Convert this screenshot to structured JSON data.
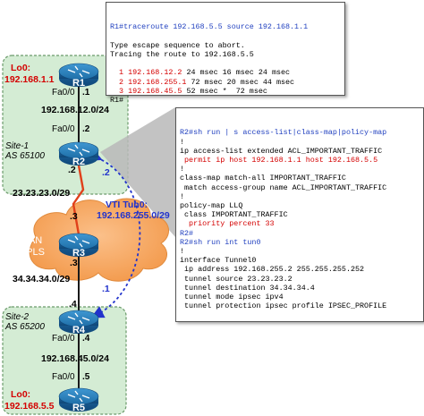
{
  "colors": {
    "site_fill": "#d4ecd4",
    "site_border": "#6a9a6a",
    "wan_cloud": "#f7a35c",
    "router_body": "#1e6fa8",
    "link": "#1a1a1a",
    "wan_link": "#e0401a",
    "tunnel": "#2233cc",
    "loopback_text": "#d40000",
    "callout": "#b8b8b8"
  },
  "sites": [
    {
      "name": "Site-1",
      "as": "AS 65100"
    },
    {
      "name": "Site-2",
      "as": "AS 65200"
    }
  ],
  "wan": {
    "label1": "WAN",
    "label2": "MPLS"
  },
  "routers": [
    {
      "name": "R1",
      "loopback_label": "Lo0:",
      "loopback_ip": "192.168.1.1",
      "iface": "Fa0/0",
      "iface_host": ".1"
    },
    {
      "name": "R2",
      "iface": "Fa0/0",
      "iface_host": ".2",
      "wan_host": ".2",
      "tunnel_host": ".2"
    },
    {
      "name": "R3",
      "up_host": ".3",
      "down_host": ".3"
    },
    {
      "name": "R4",
      "up_host": ".4",
      "tunnel_host": ".1",
      "iface": "Fa0/0",
      "iface_host": ".4"
    },
    {
      "name": "R5",
      "loopback_label": "Lo0:",
      "loopback_ip": "192.168.5.5",
      "iface": "Fa0/0",
      "iface_host": ".5"
    }
  ],
  "subnets": {
    "s1_lan": "192.168.12.0/24",
    "r2_r3": "23.23.23.0/29",
    "r3_r4": "34.34.34.0/29",
    "s2_lan": "192.168.45.0/24"
  },
  "tunnel": {
    "label": "VTI Tun0:",
    "subnet": "192.168.255.0/29"
  },
  "traceroute_box": {
    "lines": [
      {
        "text": "R1#traceroute 192.168.5.5 source 192.168.1.1",
        "color": "blue"
      },
      {
        "text": "",
        "color": "black"
      },
      {
        "text": "Type escape sequence to abort.",
        "color": "black"
      },
      {
        "text": "Tracing the route to 192.168.5.5",
        "color": "black"
      },
      {
        "text": "",
        "color": "black"
      },
      {
        "text": "  1 192.168.12.2 24 msec 16 msec 24 msec",
        "color": "mixed",
        "ip": "192.168.12.2",
        "rest": " 24 msec 16 msec 24 msec"
      },
      {
        "text": "  2 192.168.255.1 72 msec 20 msec 44 msec",
        "color": "mixed",
        "ip": "192.168.255.1",
        "rest": " 72 msec 20 msec 44 msec"
      },
      {
        "text": "  3 192.168.45.5 52 msec *  72 msec",
        "color": "mixed",
        "ip": "192.168.45.5",
        "rest": " 52 msec *  72 msec"
      },
      {
        "text": "R1#",
        "color": "black"
      }
    ]
  },
  "config_box": {
    "lines": [
      {
        "text": "R2#sh run | s access-list|class-map|policy-map",
        "color": "blue"
      },
      {
        "text": "!",
        "color": "black"
      },
      {
        "text": "ip access-list extended ACL_IMPORTANT_TRAFFIC",
        "color": "black"
      },
      {
        "text": " permit ip host 192.168.1.1 host 192.168.5.5",
        "color": "red"
      },
      {
        "text": "!",
        "color": "black"
      },
      {
        "text": "class-map match-all IMPORTANT_TRAFFIC",
        "color": "black"
      },
      {
        "text": " match access-group name ACL_IMPORTANT_TRAFFIC",
        "color": "black"
      },
      {
        "text": "!",
        "color": "black"
      },
      {
        "text": "policy-map LLQ",
        "color": "black"
      },
      {
        "text": " class IMPORTANT_TRAFFIC",
        "color": "black"
      },
      {
        "text": "  priority percent 33",
        "color": "red"
      },
      {
        "text": "R2#",
        "color": "blue"
      },
      {
        "text": "R2#sh run int tun0",
        "color": "blue"
      },
      {
        "text": "!",
        "color": "black"
      },
      {
        "text": "interface Tunnel0",
        "color": "black"
      },
      {
        "text": " ip address 192.168.255.2 255.255.255.252",
        "color": "black"
      },
      {
        "text": " tunnel source 23.23.23.2",
        "color": "black"
      },
      {
        "text": " tunnel destination 34.34.34.4",
        "color": "black"
      },
      {
        "text": " tunnel mode ipsec ipv4",
        "color": "black"
      },
      {
        "text": " tunnel protection ipsec profile IPSEC_PROFILE",
        "color": "black"
      }
    ]
  }
}
